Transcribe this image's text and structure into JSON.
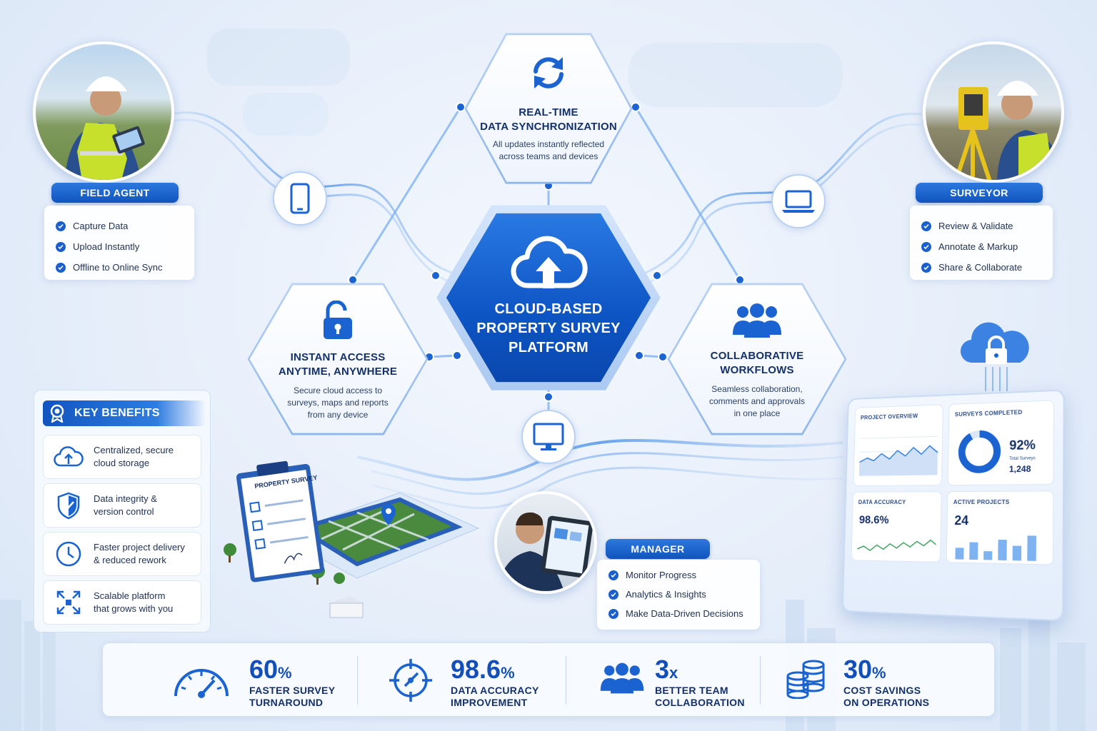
{
  "center": {
    "title_line1": "CLOUD-BASED",
    "title_line2": "PROPERTY SURVEY",
    "title_line3": "PLATFORM"
  },
  "features": {
    "sync": {
      "title_line1": "REAL-TIME",
      "title_line2": "DATA SYNCHRONIZATION",
      "desc_line1": "All updates instantly reflected",
      "desc_line2": "across teams and devices",
      "icon": "sync-icon"
    },
    "access": {
      "title_line1": "INSTANT ACCESS",
      "title_line2": "ANYTIME, ANYWHERE",
      "desc_line1": "Secure cloud access to",
      "desc_line2": "surveys, maps and reports",
      "desc_line3": "from any device",
      "icon": "unlock-icon"
    },
    "collab": {
      "title_line1": "COLLABORATIVE",
      "title_line2": "WORKFLOWS",
      "desc_line1": "Seamless collaboration,",
      "desc_line2": "comments and approvals",
      "desc_line3": "in one place",
      "icon": "team-icon"
    }
  },
  "roles": {
    "field_agent": {
      "label": "FIELD AGENT",
      "items": [
        "Capture Data",
        "Upload Instantly",
        "Offline to Online Sync"
      ]
    },
    "surveyor": {
      "label": "SURVEYOR",
      "items": [
        "Review & Validate",
        "Annotate & Markup",
        "Share & Collaborate"
      ]
    },
    "manager": {
      "label": "MANAGER",
      "items": [
        "Monitor Progress",
        "Analytics & Insights",
        "Make Data-Driven Decisions"
      ]
    }
  },
  "benefits": {
    "title": "KEY BENEFITS",
    "items": [
      {
        "line1": "Centralized, secure",
        "line2": "cloud storage",
        "icon": "cloud-upload-icon"
      },
      {
        "line1": "Data integrity &",
        "line2": "version control",
        "icon": "shield-check-icon"
      },
      {
        "line1": "Faster project delivery",
        "line2": "& reduced rework",
        "icon": "clock-icon"
      },
      {
        "line1": "Scalable platform",
        "line2": "that grows with you",
        "icon": "expand-icon"
      }
    ]
  },
  "clipboard": {
    "title": "PROPERTY SURVEY"
  },
  "dashboard": {
    "overview_label": "PROJECT OVERVIEW",
    "surveys_label": "SURVEYS COMPLETED",
    "surveys_pct": "92%",
    "total_label": "Total Surveys",
    "total_value": "1,248",
    "accuracy_label": "DATA ACCURACY",
    "accuracy_value": "98.6%",
    "active_label": "ACTIVE PROJECTS",
    "active_value": "24"
  },
  "stats": [
    {
      "value": "60",
      "unit": "%",
      "line1": "FASTER SURVEY",
      "line2": "TURNAROUND",
      "icon": "speedometer-icon"
    },
    {
      "value": "98.6",
      "unit": "%",
      "line1": "DATA ACCURACY",
      "line2": "IMPROVEMENT",
      "icon": "target-icon"
    },
    {
      "value": "3",
      "unit": "x",
      "line1": "BETTER TEAM",
      "line2": "COLLABORATION",
      "icon": "team-icon"
    },
    {
      "value": "30",
      "unit": "%",
      "line1": "COST SAVINGS",
      "line2": "ON OPERATIONS",
      "icon": "coins-icon"
    }
  ],
  "colors": {
    "primary": "#1254bf",
    "accent": "#2f7de0",
    "background": "#e6eefa",
    "text": "#14306b"
  }
}
